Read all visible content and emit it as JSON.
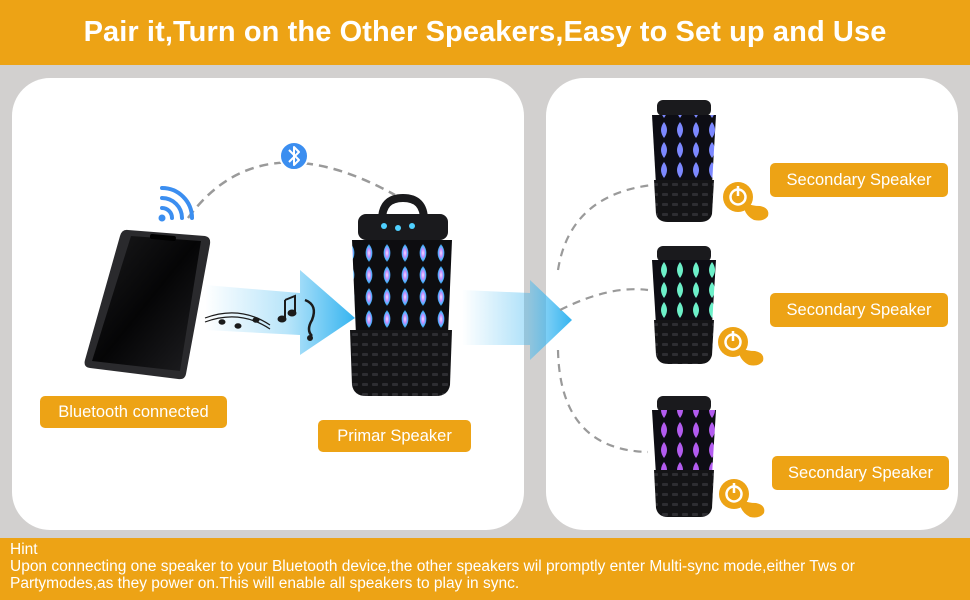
{
  "banner": {
    "title": "Pair it,Turn on the Other Speakers,Easy to Set up and Use"
  },
  "left_panel": {
    "bluetooth_connected_label": "Bluetooth connected",
    "primary_speaker_label": "Primar Speaker"
  },
  "right_panel": {
    "speakers": [
      {
        "label": "Secondary Speaker"
      },
      {
        "label": "Secondary Speaker"
      },
      {
        "label": "Secondary Speaker"
      }
    ]
  },
  "hint": {
    "title": "Hint",
    "text": "Upon connecting one speaker to your Bluetooth device,the other speakers wil promptly enter Multi-sync mode,either Tws or Partymodes,as they power on.This will enable all speakers to play in sync."
  },
  "colors": {
    "accent": "#eda315",
    "background": "#d2d0cf",
    "panel": "#ffffff",
    "bluetooth_blue": "#3b8ef0",
    "arrow_blue": "#35b4f0"
  }
}
